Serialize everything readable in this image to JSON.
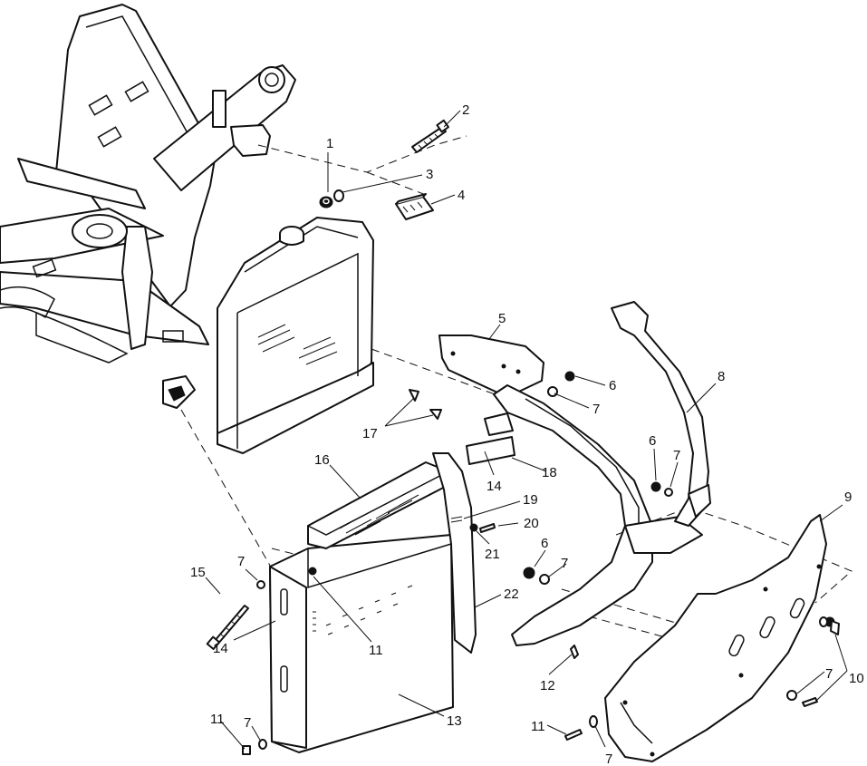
{
  "diagram": {
    "callouts": [
      {
        "id": "c1",
        "text": "1"
      },
      {
        "id": "c2",
        "text": "2"
      },
      {
        "id": "c3",
        "text": "3"
      },
      {
        "id": "c4",
        "text": "4"
      },
      {
        "id": "c5",
        "text": "5"
      },
      {
        "id": "c6a",
        "text": "6"
      },
      {
        "id": "c7a",
        "text": "7"
      },
      {
        "id": "c8",
        "text": "8"
      },
      {
        "id": "c17",
        "text": "17"
      },
      {
        "id": "c6b",
        "text": "6"
      },
      {
        "id": "c7b",
        "text": "7"
      },
      {
        "id": "c9",
        "text": "9"
      },
      {
        "id": "c14a",
        "text": "14"
      },
      {
        "id": "c18",
        "text": "18"
      },
      {
        "id": "c16",
        "text": "16"
      },
      {
        "id": "c19",
        "text": "19"
      },
      {
        "id": "c20",
        "text": "20"
      },
      {
        "id": "c21",
        "text": "21"
      },
      {
        "id": "c6c",
        "text": "6"
      },
      {
        "id": "c7c",
        "text": "7"
      },
      {
        "id": "c15",
        "text": "15"
      },
      {
        "id": "c7d",
        "text": "7"
      },
      {
        "id": "c22",
        "text": "22"
      },
      {
        "id": "c14b",
        "text": "14"
      },
      {
        "id": "c11a",
        "text": "11"
      },
      {
        "id": "c12",
        "text": "12"
      },
      {
        "id": "c7e",
        "text": "7"
      },
      {
        "id": "c10",
        "text": "10"
      },
      {
        "id": "c13",
        "text": "13"
      },
      {
        "id": "c11b",
        "text": "11"
      },
      {
        "id": "c7f",
        "text": "7"
      },
      {
        "id": "c11c",
        "text": "11"
      },
      {
        "id": "c7g",
        "text": "7"
      }
    ]
  }
}
